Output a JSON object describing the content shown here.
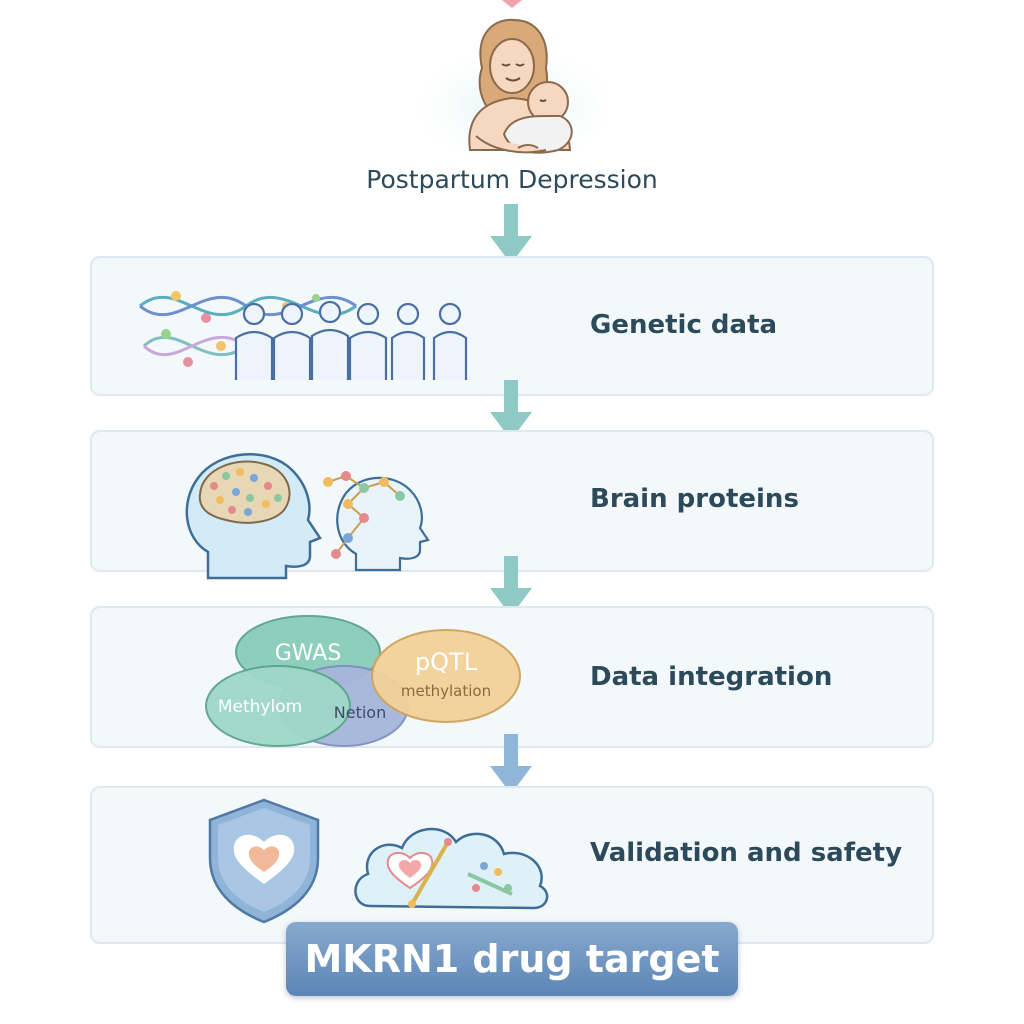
{
  "header": {
    "title": "Postpartum Depression"
  },
  "steps": [
    {
      "label": "Genetic data"
    },
    {
      "label": "Brain proteins"
    },
    {
      "label": "Data integration"
    },
    {
      "label": "Validation and safety"
    }
  ],
  "venn": {
    "gwas": "GWAS",
    "pqtl": "pQTL",
    "pqtl_sub": "methylation",
    "methylom": "Methylom",
    "overlap": "Netion"
  },
  "result": {
    "label": "MKRN1 drug target"
  },
  "colors": {
    "arrow_teal": "#8fc9c6",
    "arrow_blue": "#8fb6d9",
    "target_top": "#87a9cd",
    "target_bottom": "#5d86b6",
    "text_dark": "#2d4a5a"
  }
}
